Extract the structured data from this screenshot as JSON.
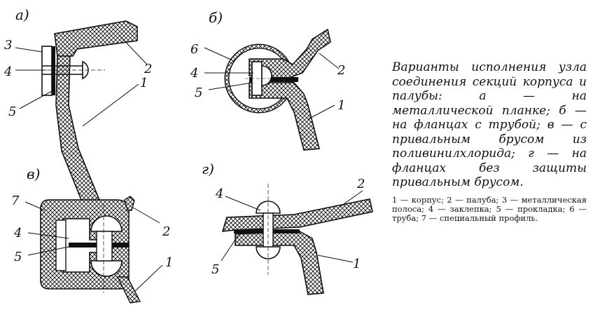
{
  "figure": {
    "panels": [
      {
        "id": "a",
        "label": "а)",
        "callouts": [
          "3",
          "4",
          "5",
          "2",
          "1"
        ]
      },
      {
        "id": "b",
        "label": "б)",
        "callouts": [
          "6",
          "4",
          "5",
          "2",
          "1"
        ]
      },
      {
        "id": "v",
        "label": "в)",
        "callouts": [
          "7",
          "4",
          "5",
          "2",
          "1"
        ]
      },
      {
        "id": "g",
        "label": "г)",
        "callouts": [
          "4",
          "2",
          "5",
          "1"
        ]
      }
    ]
  },
  "caption": {
    "text": "Варианты исполнения узла соединения секций корпуса и палубы: а — на металлической планке; б — на фланцах с трубой; в — с привальным брусом из поливинилхлорида; г — на фланцах без защиты привальным брусом.",
    "legend": "1 — корпус; 2 — палуба; 3 — металлическая полоса; 4 — заклепка; 5 — прокладка; 6 — труба; 7 — специальный профиль."
  },
  "colors": {
    "ink": "#111111",
    "background": "#ffffff"
  }
}
